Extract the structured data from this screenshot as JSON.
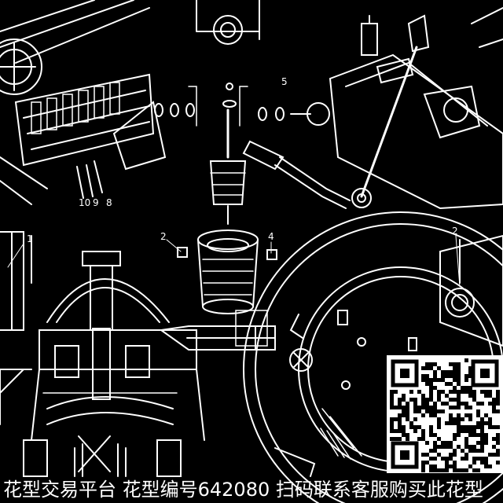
{
  "image": {
    "description_tags": [
      "technical-drawing",
      "mechanical-blueprint",
      "watermark",
      "qr-code"
    ],
    "palette": {
      "background": "#000000",
      "lines": "#ffffff"
    }
  },
  "drawing_labels": {
    "part_1": "1",
    "part_2": "2",
    "part_4": "4",
    "part_2b": "2",
    "part_10": "10",
    "part_9": "9",
    "part_8": "8",
    "part_5": "5"
  },
  "watermark": {
    "text": "花型交易平台 花型编号642080 扫码联系客服购买此花型"
  },
  "qr_code": {
    "icon": "qr-code-icon"
  }
}
